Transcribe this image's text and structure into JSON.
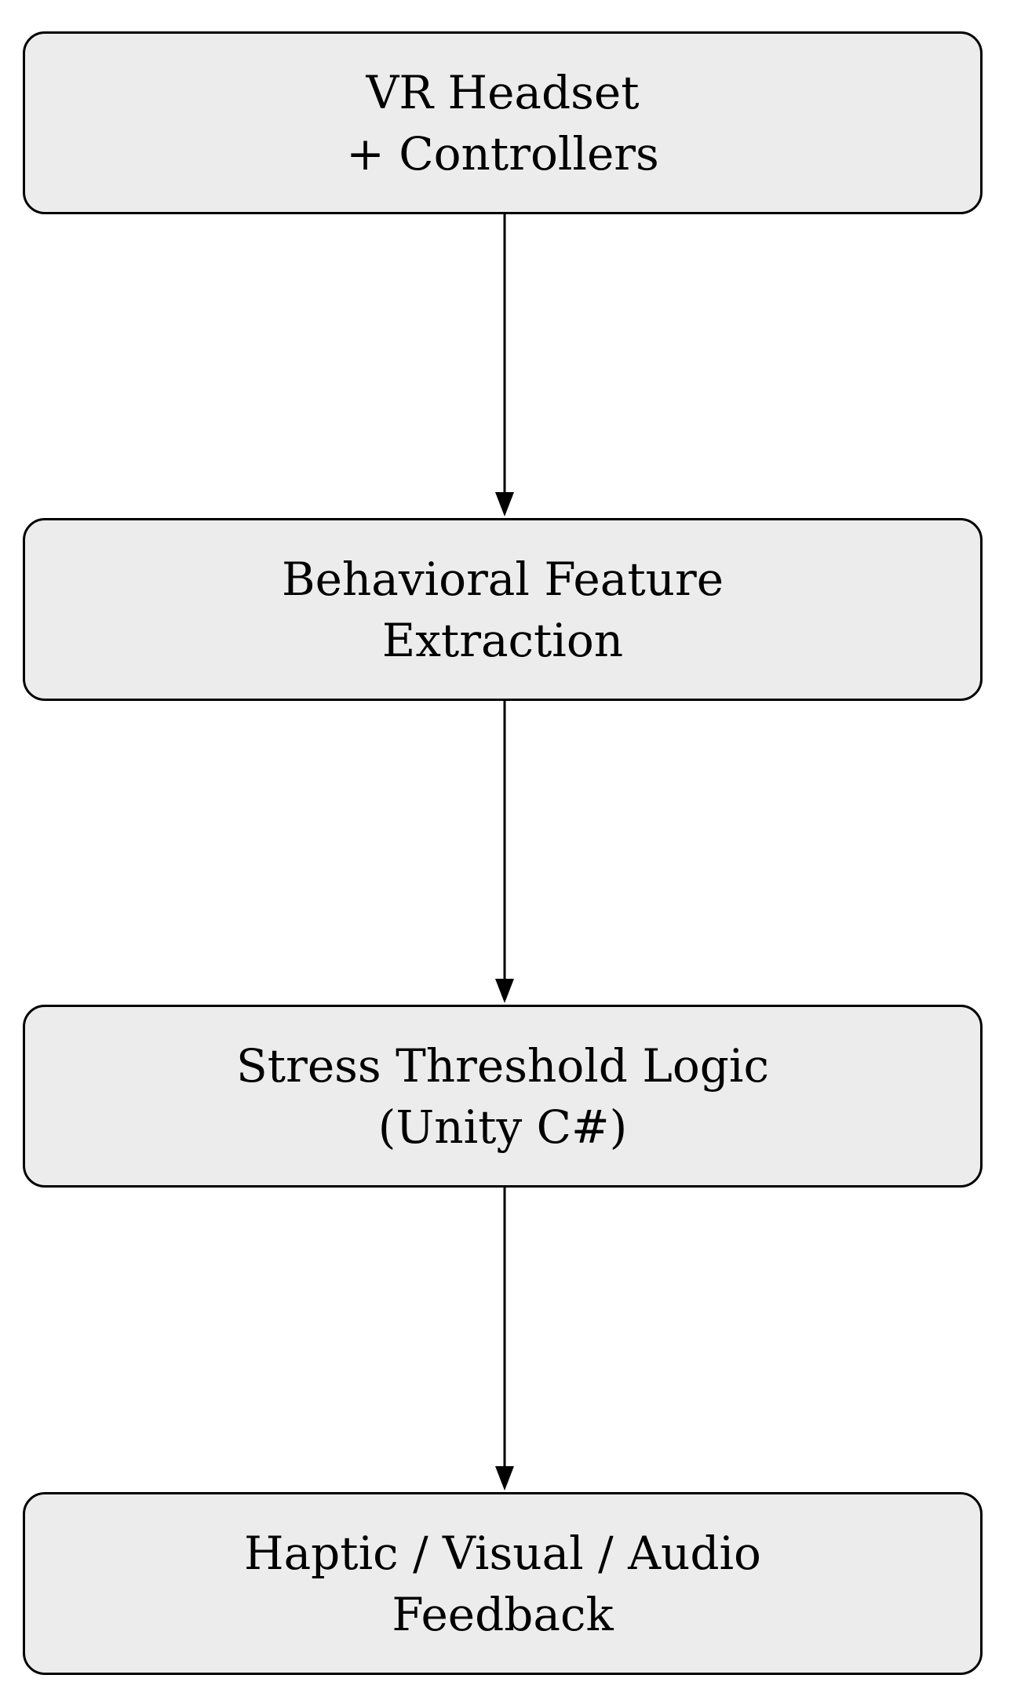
{
  "diagram": {
    "nodes": [
      {
        "id": "vr-headset",
        "lines": [
          "VR Headset",
          "+ Controllers"
        ]
      },
      {
        "id": "feature-extraction",
        "lines": [
          "Behavioral Feature",
          "Extraction"
        ]
      },
      {
        "id": "threshold-logic",
        "lines": [
          "Stress Threshold Logic",
          "(Unity C#)"
        ]
      },
      {
        "id": "feedback",
        "lines": [
          "Haptic / Visual / Audio",
          "Feedback"
        ]
      }
    ],
    "edges": [
      {
        "from": "vr-headset",
        "to": "feature-extraction"
      },
      {
        "from": "feature-extraction",
        "to": "threshold-logic"
      },
      {
        "from": "threshold-logic",
        "to": "feedback"
      }
    ],
    "colors": {
      "node_fill": "#ececec",
      "stroke": "#000000",
      "background": "#ffffff"
    }
  }
}
